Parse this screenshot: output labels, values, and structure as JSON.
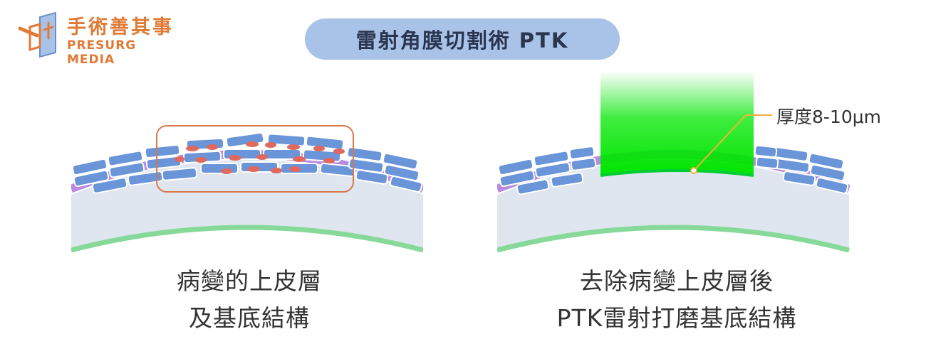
{
  "logo": {
    "name": "手術善其事",
    "subtitle": "PRESURG MEDIA"
  },
  "title": "雷射角膜切割術 PTK",
  "left_panel": {
    "caption_line1": "病變的上皮層",
    "caption_line2": "及基底結構"
  },
  "right_panel": {
    "caption_line1": "去除病變上皮層後",
    "caption_line2": "PTK雷射打磨基底結構",
    "thickness_label": "厚度8-10μm"
  },
  "colors": {
    "brand": "#e07a36",
    "title_pill": "#a9c2e7",
    "epithelium_cells": "#6a95d8",
    "basement_layer": "#b98be0",
    "stroma": "#dfe6ef",
    "endothelium": "#86d998",
    "lesion": "#e0685e",
    "highlight_box": "#d9774a",
    "laser": "#00e600"
  }
}
